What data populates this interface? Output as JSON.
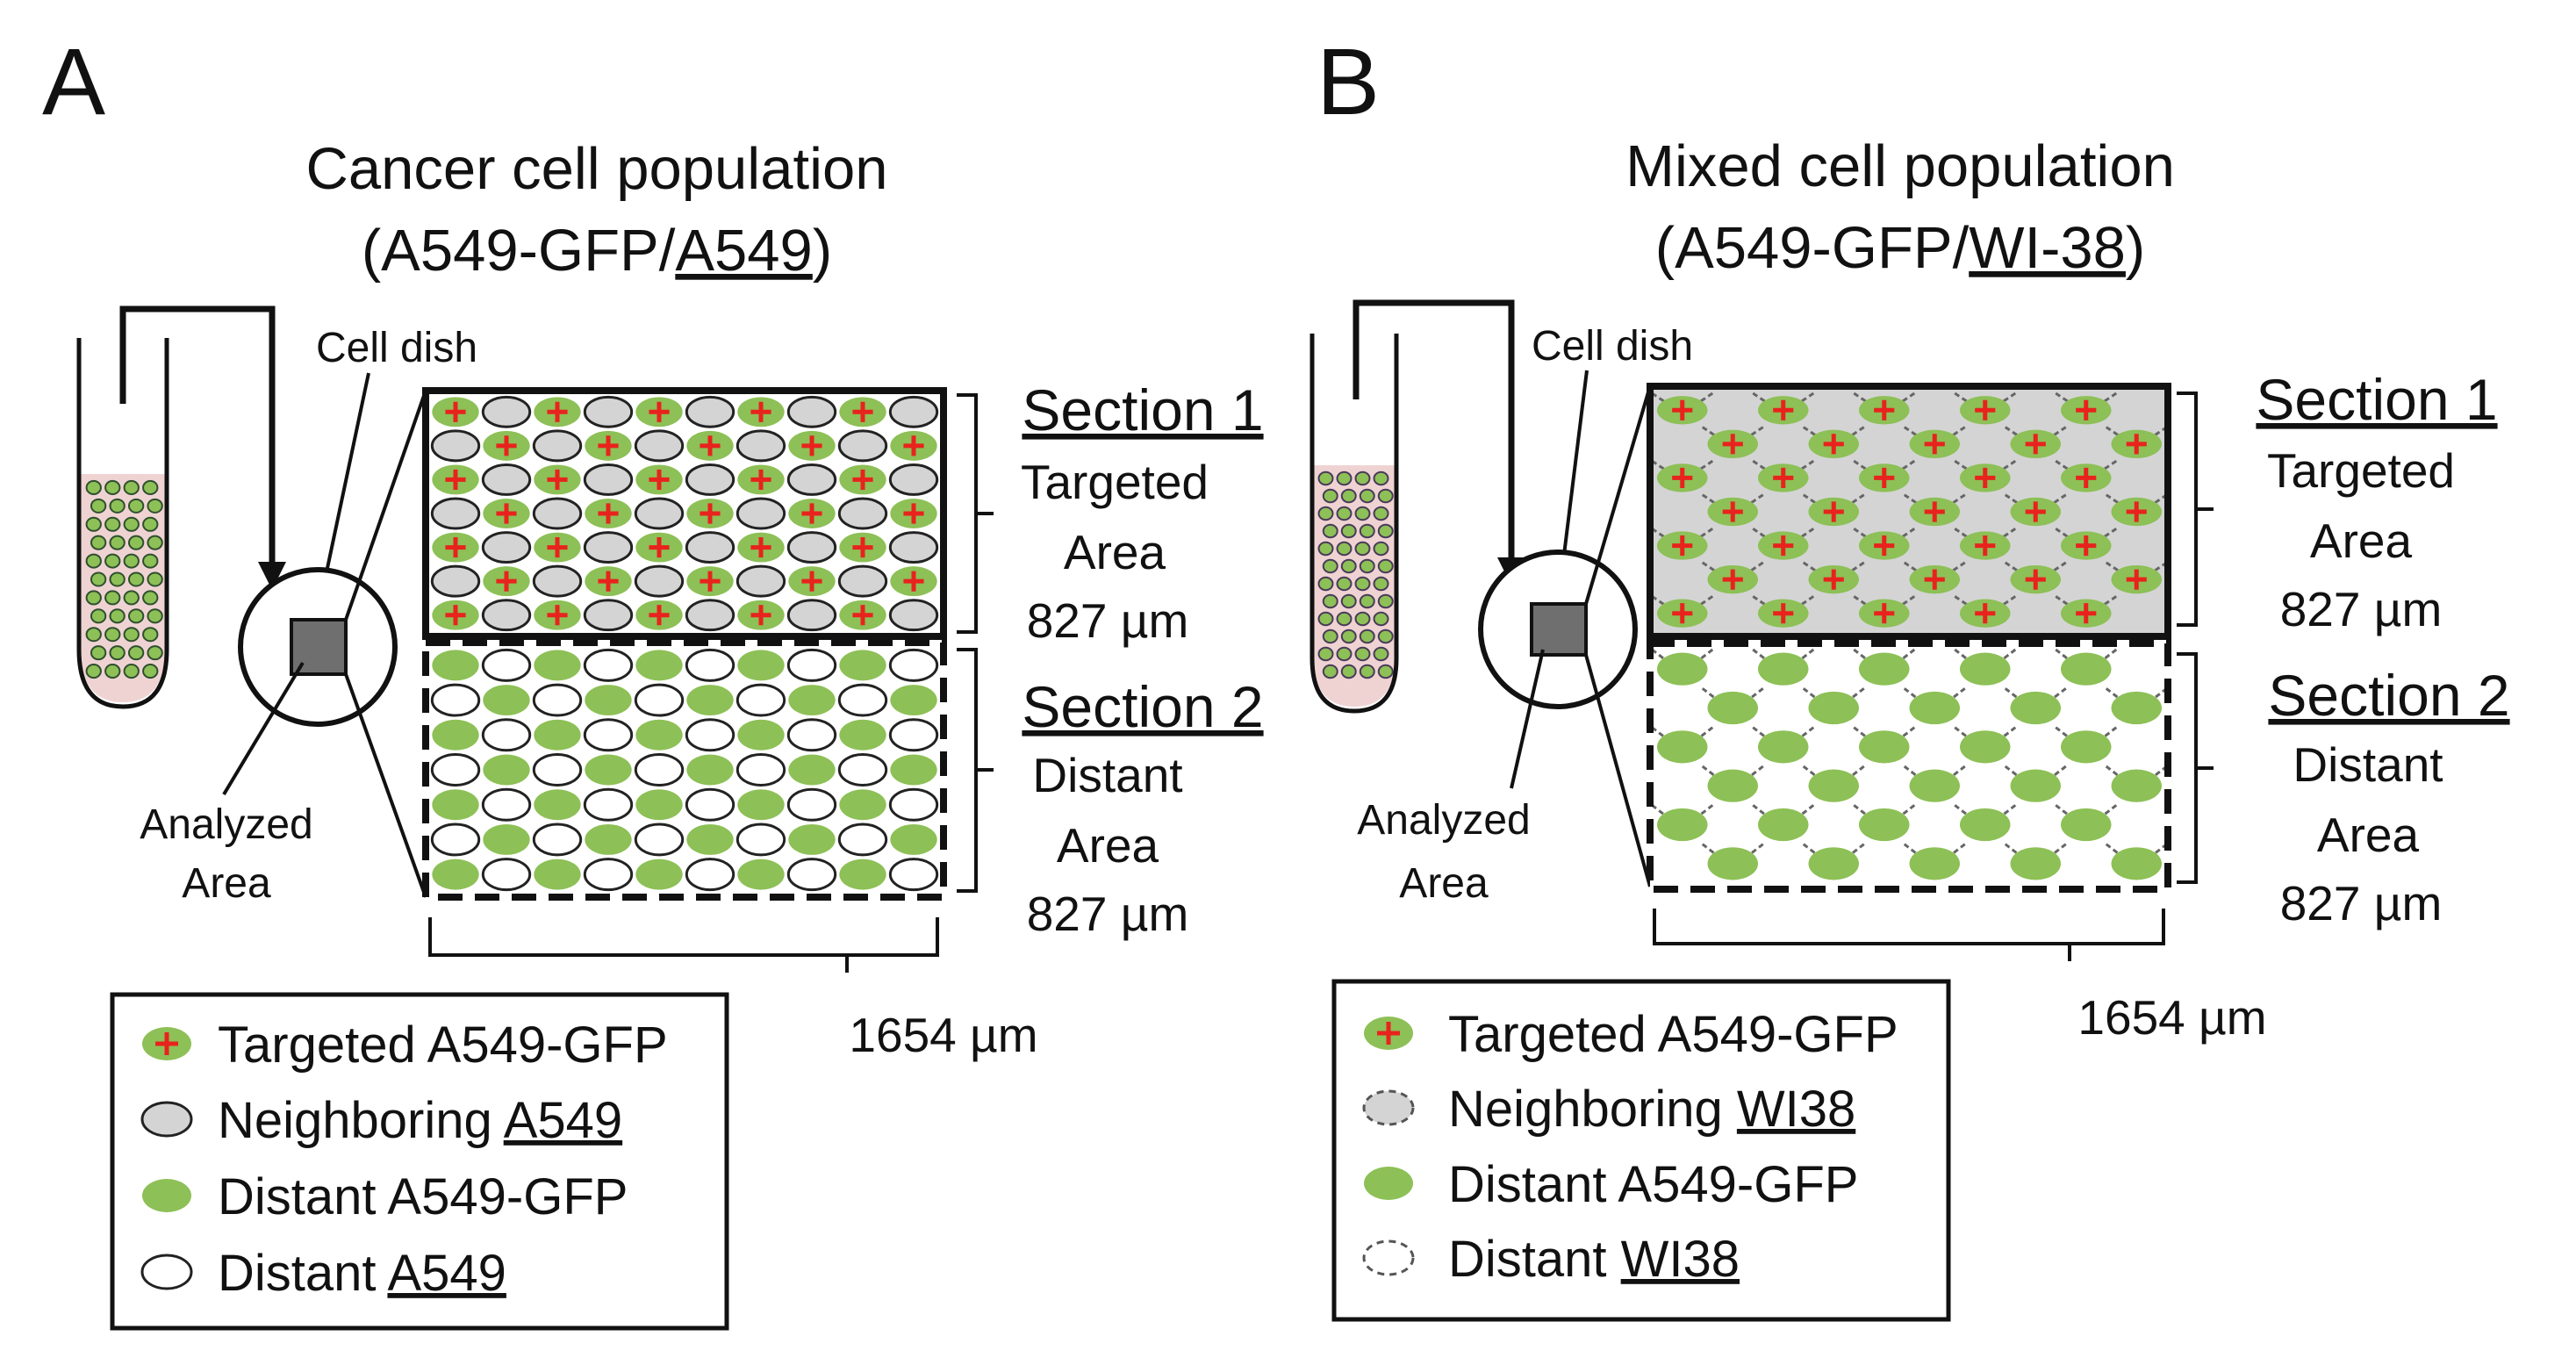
{
  "colors": {
    "gfp_green": "#8dc056",
    "gfp_green_dark": "#5f8f34",
    "red_cross": "#e8231e",
    "neighbor_gray": "#d4d4d4",
    "dish_square": "#6f6f6f",
    "tube_liquid": "#efd3d3",
    "ink": "#111111"
  },
  "panels": [
    {
      "letter": "A",
      "title": {
        "line1": "Cancer cell population",
        "line2_prefix": "(A549-GFP/",
        "line2_underlined": "A549",
        "line2_suffix": ")"
      },
      "cell_dish_label": "Cell dish",
      "analyzed_area_label": {
        "line1": "Analyzed",
        "line2": "Area"
      },
      "section1": {
        "heading": "Section 1",
        "line1": "Targeted",
        "line2": "Area",
        "line3": "827 µm"
      },
      "section2": {
        "heading": "Section 2",
        "line1": "Distant",
        "line2": "Area",
        "line3": "827 µm"
      },
      "width_label": "1654 µm",
      "legend": [
        {
          "marker": "targeted",
          "text": "Targeted A549-GFP",
          "prefix": "Targeted A549-GFP",
          "underlined": ""
        },
        {
          "marker": "neighbor-solid",
          "text": "Neighboring A549",
          "prefix": "Neighboring ",
          "underlined": "A549"
        },
        {
          "marker": "distant-green",
          "text": "Distant A549-GFP",
          "prefix": "Distant A549-GFP",
          "underlined": ""
        },
        {
          "marker": "distant-white",
          "text": "Distant A549",
          "prefix": "Distant ",
          "underlined": "A549"
        }
      ]
    },
    {
      "letter": "B",
      "title": {
        "line1": "Mixed cell population",
        "line2_prefix": "(A549-GFP/",
        "line2_underlined": "WI-38",
        "line2_suffix": ")"
      },
      "cell_dish_label": "Cell dish",
      "analyzed_area_label": {
        "line1": "Analyzed",
        "line2": "Area"
      },
      "section1": {
        "heading": "Section 1",
        "line1": "Targeted",
        "line2": "Area",
        "line3": "827 µm"
      },
      "section2": {
        "heading": "Section 2",
        "line1": "Distant",
        "line2": "Area",
        "line3": "827 µm"
      },
      "width_label": "1654 µm",
      "legend": [
        {
          "marker": "targeted",
          "text": "Targeted A549-GFP",
          "prefix": "Targeted A549-GFP",
          "underlined": ""
        },
        {
          "marker": "neighbor-dashed",
          "text": "Neighboring WI38",
          "prefix": "Neighboring ",
          "underlined": "WI38"
        },
        {
          "marker": "distant-green",
          "text": "Distant A549-GFP",
          "prefix": "Distant A549-GFP",
          "underlined": ""
        },
        {
          "marker": "distant-dashed",
          "text": "Distant WI38",
          "prefix": "Distant ",
          "underlined": "WI38"
        }
      ]
    }
  ]
}
